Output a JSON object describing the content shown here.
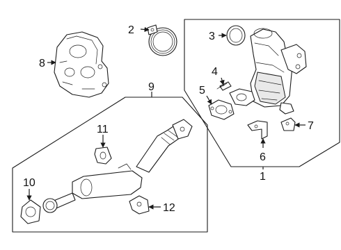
{
  "figure": {
    "callouts": [
      {
        "id": "1",
        "label": "1"
      },
      {
        "id": "2",
        "label": "2"
      },
      {
        "id": "3",
        "label": "3"
      },
      {
        "id": "4",
        "label": "4"
      },
      {
        "id": "5",
        "label": "5"
      },
      {
        "id": "6",
        "label": "6"
      },
      {
        "id": "7",
        "label": "7"
      },
      {
        "id": "8",
        "label": "8"
      },
      {
        "id": "9",
        "label": "9"
      },
      {
        "id": "10",
        "label": "10"
      },
      {
        "id": "11",
        "label": "11"
      },
      {
        "id": "12",
        "label": "12"
      }
    ],
    "colors": {
      "line": "#1a1a1a",
      "background": "#ffffff",
      "shade": "#e9e9e9"
    }
  }
}
